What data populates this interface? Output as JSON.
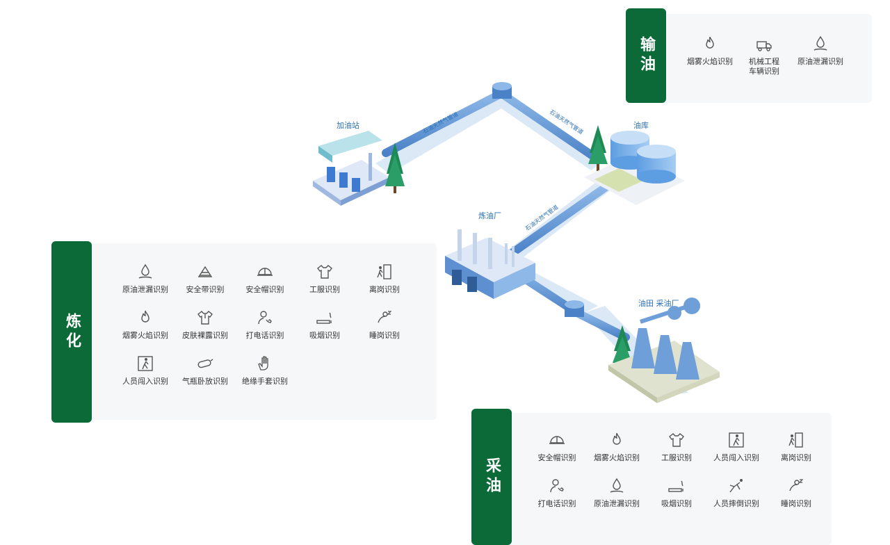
{
  "transport": {
    "tag": "输油",
    "items": [
      {
        "label": "烟雾火焰识别",
        "icon": "flame-icon"
      },
      {
        "label": "机械工程\n车辆识别",
        "icon": "truck-icon"
      },
      {
        "label": "原油泄漏识别",
        "icon": "oil-drop-icon"
      }
    ]
  },
  "refining": {
    "tag": "炼化",
    "items": [
      {
        "label": "原油泄漏识别",
        "icon": "oil-drop-icon"
      },
      {
        "label": "安全带识别",
        "icon": "safety-belt-icon"
      },
      {
        "label": "安全帽识别",
        "icon": "helmet-icon"
      },
      {
        "label": "工服识别",
        "icon": "uniform-icon"
      },
      {
        "label": "离岗识别",
        "icon": "exit-door-icon"
      },
      {
        "label": "烟雾火焰识别",
        "icon": "flame-icon"
      },
      {
        "label": "皮肤裸露识别",
        "icon": "bare-skin-icon"
      },
      {
        "label": "打电话识别",
        "icon": "phone-call-icon"
      },
      {
        "label": "吸烟识别",
        "icon": "smoking-icon"
      },
      {
        "label": "睡岗识别",
        "icon": "sleeping-icon"
      },
      {
        "label": "人员闯入识别",
        "icon": "intrusion-icon"
      },
      {
        "label": "气瓶卧放识别",
        "icon": "gas-cylinder-icon"
      },
      {
        "label": "绝缘手套识别",
        "icon": "glove-icon"
      }
    ]
  },
  "extraction": {
    "tag": "采油",
    "items": [
      {
        "label": "安全帽识别",
        "icon": "helmet-icon"
      },
      {
        "label": "烟雾火焰识别",
        "icon": "flame-icon"
      },
      {
        "label": "工服识别",
        "icon": "uniform-icon"
      },
      {
        "label": "人员闯入识别",
        "icon": "intrusion-icon"
      },
      {
        "label": "离岗识别",
        "icon": "exit-door-icon"
      },
      {
        "label": "打电话识别",
        "icon": "phone-call-icon"
      },
      {
        "label": "原油泄漏识别",
        "icon": "oil-drop-icon"
      },
      {
        "label": "吸烟识别",
        "icon": "smoking-icon"
      },
      {
        "label": "人员摔倒识别",
        "icon": "fall-icon"
      },
      {
        "label": "睡岗识别",
        "icon": "sleeping-icon"
      }
    ]
  },
  "diagram": {
    "gas_station": "加油站",
    "oil_depot": "油库",
    "refinery": "炼油厂",
    "oilfield": "油田 采油厂",
    "pipe_label_1": "石油天然气管道",
    "pipe_label_2": "石油天然气管道",
    "pipe_label_3": "石油天然气管道"
  },
  "colors": {
    "tag_green": "#0b6a38",
    "panel_bg": "#f6f7f9",
    "pipe_blue": "#6f9fd8",
    "pipe_shadow": "#d6e6f7",
    "tree_green": "#1d8a55"
  }
}
